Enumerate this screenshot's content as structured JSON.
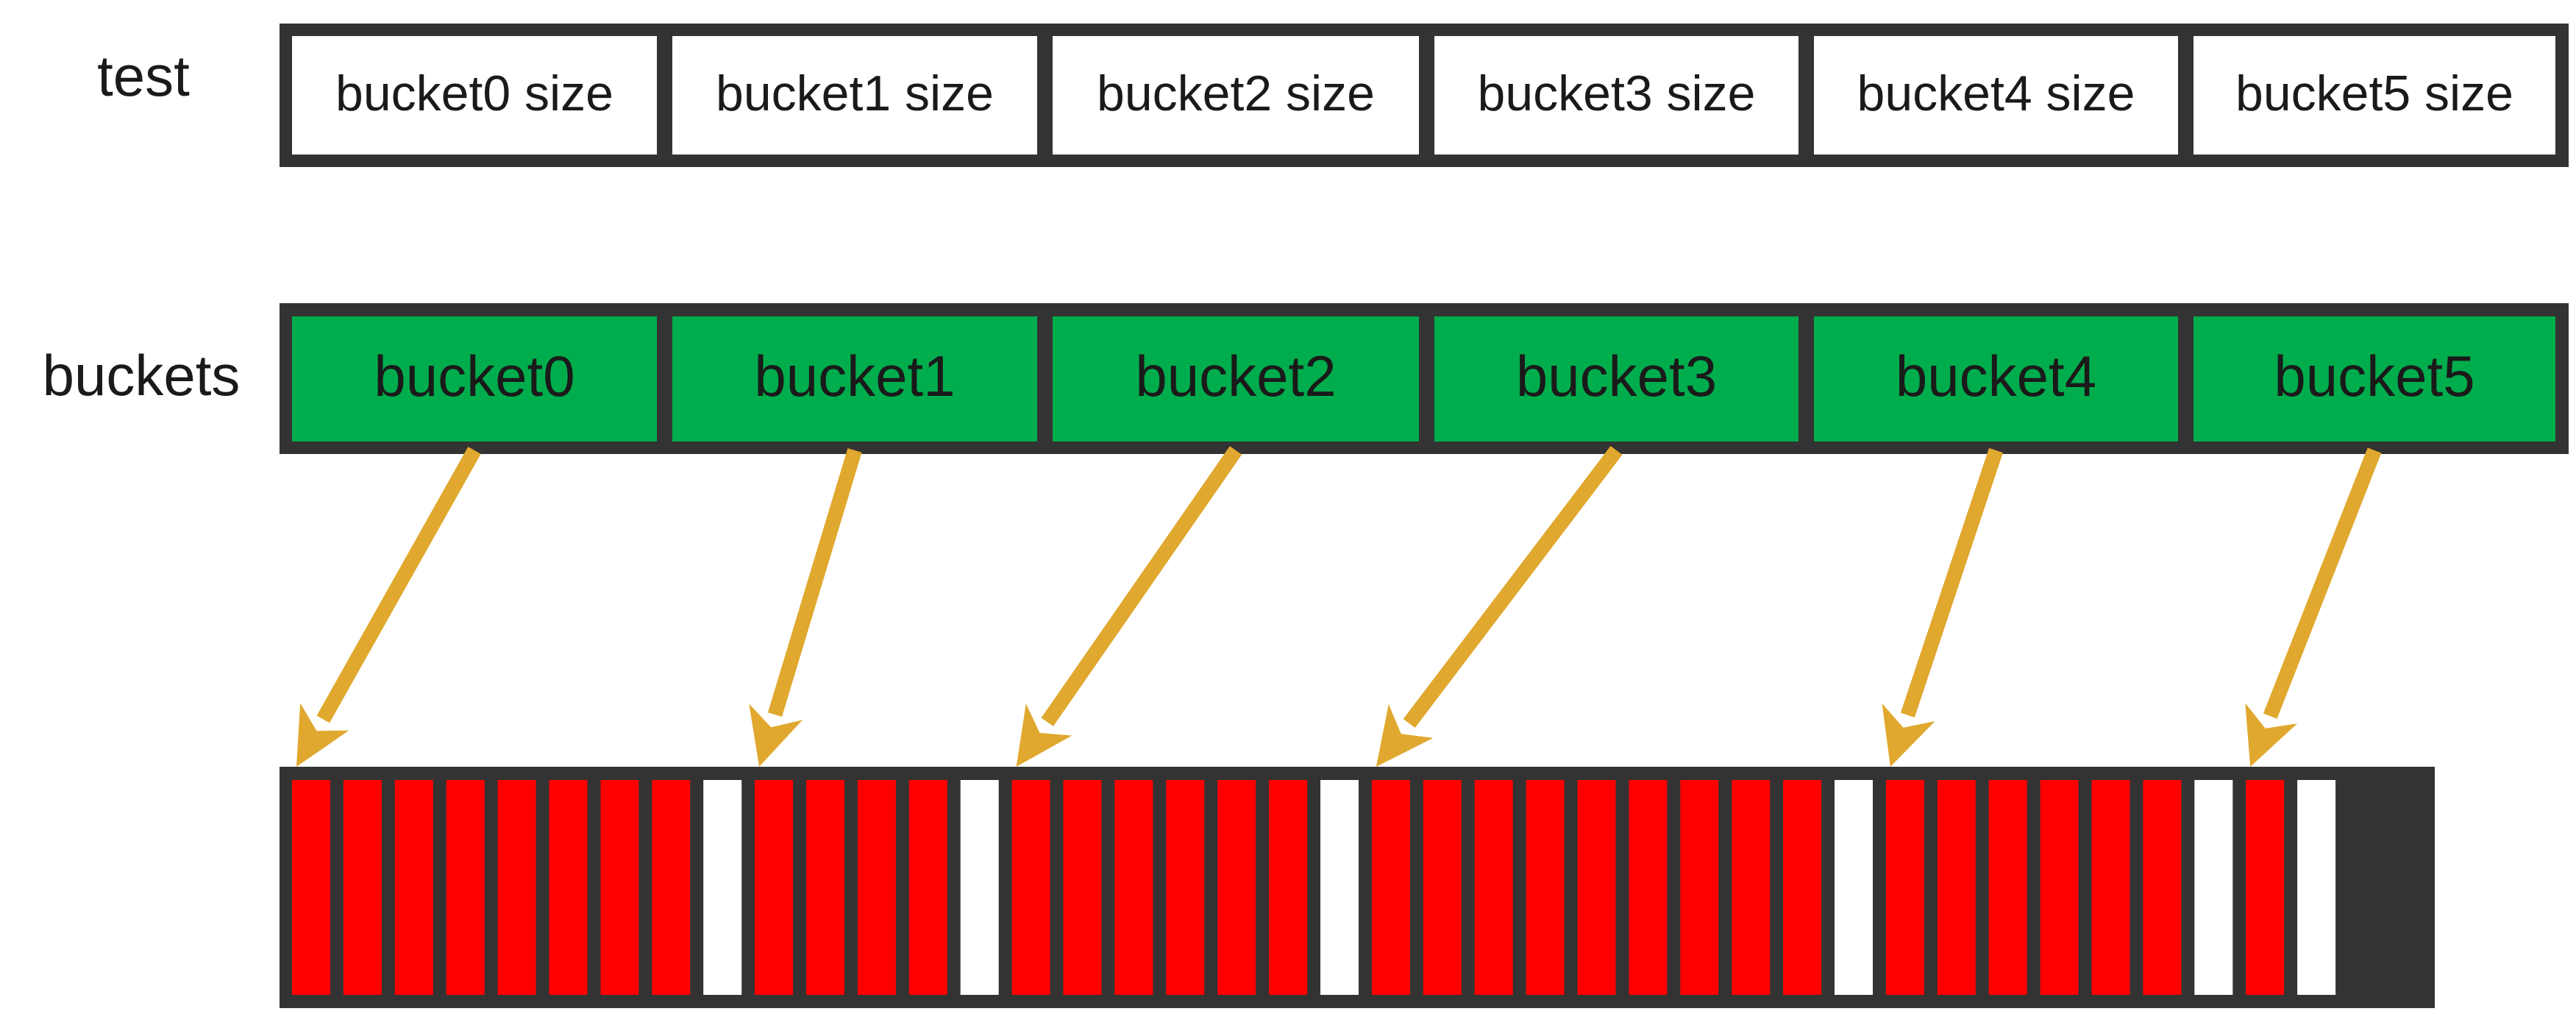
{
  "rows": {
    "test": {
      "label": "test",
      "cells": [
        "bucket0 size",
        "bucket1 size",
        "bucket2 size",
        "bucket3 size",
        "bucket4 size",
        "bucket5 size"
      ]
    },
    "buckets": {
      "label": "buckets",
      "cells": [
        "bucket0",
        "bucket1",
        "bucket2",
        "bucket3",
        "bucket4",
        "bucket5"
      ]
    }
  },
  "slots": [
    "used",
    "used",
    "used",
    "used",
    "used",
    "used",
    "used",
    "used",
    "empty",
    "used",
    "used",
    "used",
    "used",
    "empty",
    "used",
    "used",
    "used",
    "used",
    "used",
    "used",
    "empty",
    "used",
    "used",
    "used",
    "used",
    "used",
    "used",
    "used",
    "used",
    "used",
    "empty",
    "used",
    "used",
    "used",
    "used",
    "used",
    "used",
    "empty",
    "used",
    "empty"
  ],
  "bucket_start_slots": [
    0,
    9,
    14,
    21,
    31,
    38
  ],
  "colors": {
    "frame": "#333333",
    "cell_white": "#ffffff",
    "bucket_green": "#00ad4d",
    "slot_used": "#ff0000",
    "slot_empty": "#ffffff",
    "arrow": "#e0a82e",
    "text": "#1a1a1a"
  }
}
